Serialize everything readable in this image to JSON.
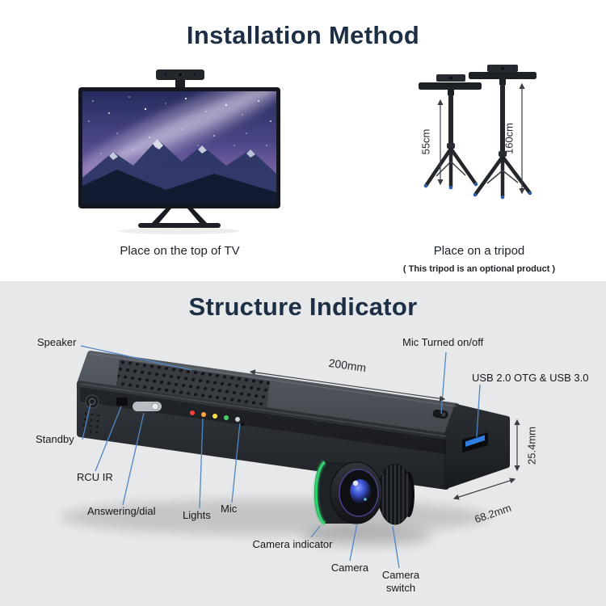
{
  "install": {
    "title": "Installation Method",
    "tv": {
      "caption": "Place on the top of TV"
    },
    "tripod": {
      "caption": "Place on a tripod",
      "note": "( This tripod is an optional product )",
      "short_height": "55cm",
      "tall_height": "160cm"
    }
  },
  "structure": {
    "title": "Structure Indicator",
    "labels": {
      "speaker": "Speaker",
      "mic_toggle": "Mic Turned on/off",
      "usb": "USB 2.0 OTG & USB 3.0",
      "standby": "Standby",
      "rcu_ir": "RCU IR",
      "answering": "Answering/dial",
      "lights": "Lights",
      "mic": "Mic",
      "camera_indicator": "Camera indicator",
      "camera": "Camera",
      "camera_switch": "Camera switch"
    },
    "dimensions": {
      "length": "200mm",
      "height": "25.4mm",
      "depth": "68.2mm"
    }
  },
  "colors": {
    "title": "#1d2f45",
    "section_bg": "#e6e8ea",
    "leader_line": "#4f87c5",
    "camera_indicator_green": "#2fd06e",
    "usb_blue": "#2f7de0"
  }
}
